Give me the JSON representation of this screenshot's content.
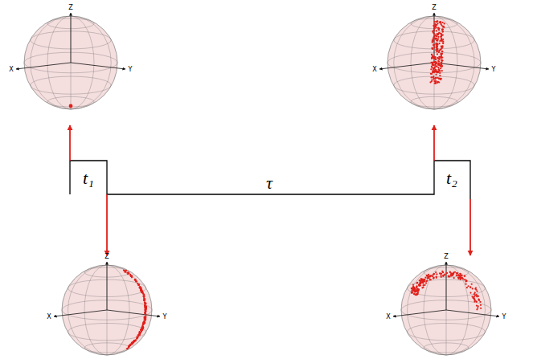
{
  "diagram": {
    "labels": [
      "Z",
      "X",
      "Y",
      "Z",
      "X",
      "Y",
      "t₁",
      "τ",
      "t₂",
      "Z",
      "X",
      "Y",
      "Z",
      "X",
      "Y"
    ]
  }
}
